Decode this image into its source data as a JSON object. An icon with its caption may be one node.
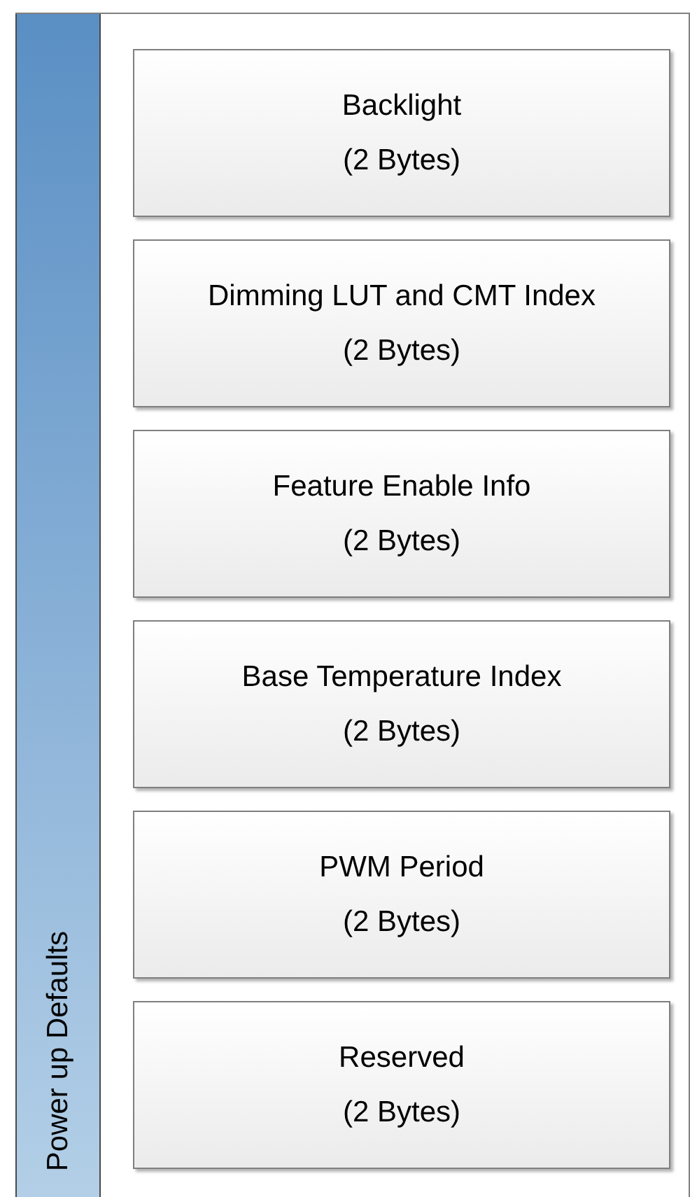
{
  "diagram": {
    "nodes": [
      {
        "text": [
          "Power up Defaults"
        ]
      },
      {
        "text": [
          "Backlight",
          "(2 Bytes)"
        ],
        "in": 0
      },
      {
        "text": [
          "Dimming LUT and CMT Index",
          "(2 Bytes)"
        ],
        "in": 0
      },
      {
        "text": [
          "Feature Enable Info",
          "(2 Bytes)"
        ],
        "in": 0
      },
      {
        "text": [
          "Base Temperature Index",
          "(2 Bytes)"
        ],
        "in": 0
      },
      {
        "text": [
          "PWM Period",
          "(2 Bytes)"
        ],
        "in": 0
      },
      {
        "text": [
          "Reserved",
          "(2 Bytes)"
        ],
        "in": 0
      }
    ]
  }
}
